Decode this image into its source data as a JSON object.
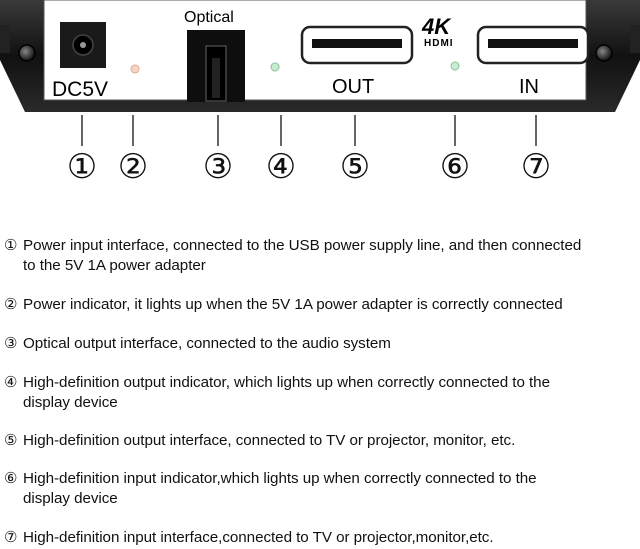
{
  "device": {
    "labels": {
      "dc": "DC5V",
      "optical": "Optical",
      "out": "OUT",
      "in": "IN",
      "logo_4k": "4K",
      "logo_hdmi": "HDMI"
    },
    "callouts": [
      "①",
      "②",
      "③",
      "④",
      "⑤",
      "⑥",
      "⑦"
    ]
  },
  "legend": [
    {
      "num": "①",
      "line1": "Power input interface, connected to the USB power supply line, and then connected",
      "line2": "to the 5V 1A power adapter"
    },
    {
      "num": "②",
      "line1": "Power indicator, it lights up when the 5V 1A power adapter is correctly connected",
      "line2": ""
    },
    {
      "num": "③",
      "line1": "Optical output interface, connected to the audio system",
      "line2": ""
    },
    {
      "num": "④",
      "line1": "High-definition output indicator, which lights up when correctly connected to the",
      "line2": "display device"
    },
    {
      "num": "⑤",
      "line1": "High-definition output interface, connected to TV or projector, monitor, etc.",
      "line2": ""
    },
    {
      "num": "⑥",
      "line1": "High-definition input indicator,which lights up when correctly connected to the",
      "line2": "display device"
    },
    {
      "num": "⑦",
      "line1": "High-definition input interface,connected to TV or projector,monitor,etc.",
      "line2": ""
    }
  ]
}
